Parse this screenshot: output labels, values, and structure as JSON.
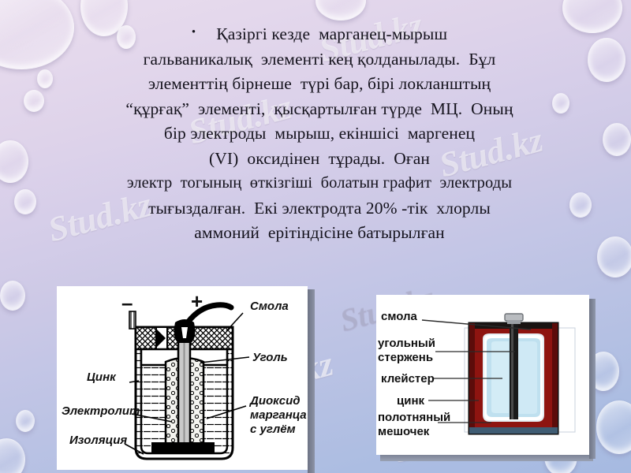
{
  "slide": {
    "background_top_color": "#e9ddee",
    "background_bottom_color": "#a6bae1",
    "watermark_text": "Stud.kz",
    "body_text_color": "#14121c"
  },
  "body": {
    "bullet_glyph": "•",
    "lines": [
      "Қазіргі кезде  марганец-мырыш",
      "гальваникалық  элементі кең қолданылады.  Бұл",
      "элементтің бірнеше  түрі бар, бірі локланштың",
      "“құрғақ”  элементі,  қысқартылған түрде  МЦ.  Оның",
      "бір электроды  мырыш, екіншісі  маргенец",
      "(VI)  оксидінен  тұрады.  Оған",
      "электр  тогының  өткізгіші  болатын графит  электроды",
      "тығыздалған.  Екі электродта 20% -тік  хлорлы",
      "аммоний  ерітіндісіне батырылған"
    ]
  },
  "diagram_left": {
    "title": "dry-cell-cutaway-diagram",
    "terminal_negative": "–",
    "terminal_positive": "+",
    "labels": {
      "resin": "Смола",
      "carbon": "Уголь",
      "zinc": "Цинк",
      "electrolyte": "Электролит",
      "insulation": "Изоляция",
      "manganese_dioxide_line1": "Диоксид",
      "manganese_dioxide_line2": "марганца",
      "manganese_dioxide_line3": "с углём"
    },
    "colors": {
      "outline": "#000000",
      "fill": "#ffffff",
      "hatch": "#000000"
    }
  },
  "diagram_right": {
    "title": "dry-cell-colored-diagram",
    "labels": {
      "resin": "смола",
      "carbon_rod_line1": "угольный",
      "carbon_rod_line2": "стержень",
      "paste": "клейстер",
      "zinc": "цинк",
      "cloth_bag_line1": "полотняный",
      "cloth_bag_line2": "мешочек"
    },
    "colors": {
      "casing": "#8e1410",
      "casing_dark": "#5c0c0a",
      "interior": "#bfe0ef",
      "interior_light": "#d7eef7",
      "rod": "#1a1a1a",
      "cap": "#b9bcc0",
      "outline": "#101010"
    }
  }
}
